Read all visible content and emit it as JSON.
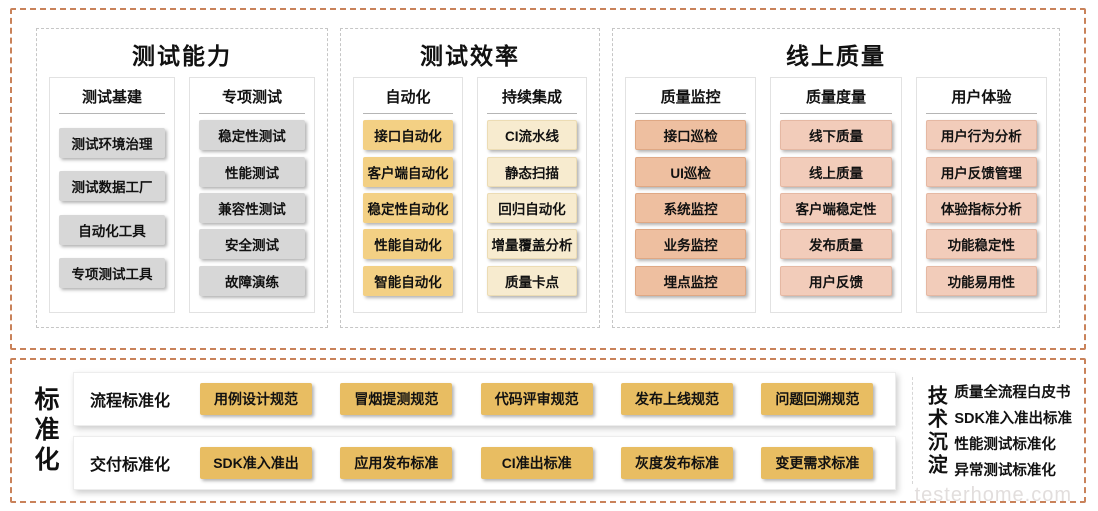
{
  "panels": [
    {
      "title": "测试能力",
      "columns": [
        {
          "header": "测试基建",
          "items": [
            "测试环境治理",
            "测试数据工厂",
            "自动化工具",
            "专项测试工具"
          ]
        },
        {
          "header": "专项测试",
          "items": [
            "稳定性测试",
            "性能测试",
            "兼容性测试",
            "安全测试",
            "故障演练"
          ]
        }
      ]
    },
    {
      "title": "测试效率",
      "columns": [
        {
          "header": "自动化",
          "items": [
            "接口自动化",
            "客户端自动化",
            "稳定性自动化",
            "性能自动化",
            "智能自动化"
          ]
        },
        {
          "header": "持续集成",
          "items": [
            "CI流水线",
            "静态扫描",
            "回归自动化",
            "增量覆盖分析",
            "质量卡点"
          ]
        }
      ]
    },
    {
      "title": "线上质量",
      "columns": [
        {
          "header": "质量监控",
          "items": [
            "接口巡检",
            "UI巡检",
            "系统监控",
            "业务监控",
            "埋点监控"
          ]
        },
        {
          "header": "质量度量",
          "items": [
            "线下质量",
            "线上质量",
            "客户端稳定性",
            "发布质量",
            "用户反馈"
          ]
        },
        {
          "header": "用户体验",
          "items": [
            "用户行为分析",
            "用户反馈管理",
            "体验指标分析",
            "功能稳定性",
            "功能易用性"
          ]
        }
      ]
    }
  ],
  "standardization": {
    "side_label": "标准化",
    "rows": [
      {
        "label": "流程标准化",
        "items": [
          "用例设计规范",
          "冒烟提测规范",
          "代码评审规范",
          "发布上线规范",
          "问题回溯规范"
        ]
      },
      {
        "label": "交付标准化",
        "items": [
          "SDK准入准出",
          "应用发布标准",
          "CI准出标准",
          "灰度发布标准",
          "变更需求标准"
        ]
      }
    ]
  },
  "tech": {
    "side_label": "技术沉淀",
    "items": [
      "质量全流程白皮书",
      "SDK准入准出标准",
      "性能测试标准化",
      "异常测试标准化"
    ]
  },
  "watermark": "testerhome.com",
  "colors": {
    "outer_dashed_border": "#c9825a",
    "gray_box": "#d7d7d7",
    "gold_box": "#f3d084",
    "cream_box": "#f7ebcf",
    "salmon_box": "#eebfa0",
    "pink_box": "#f2ccba",
    "dark_gold_box": "#e8bd62"
  }
}
